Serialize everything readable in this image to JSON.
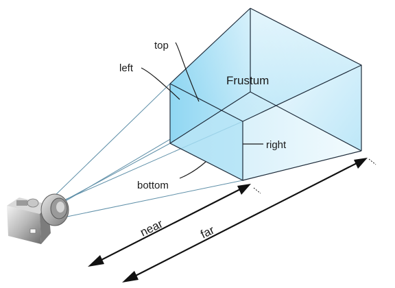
{
  "labels": {
    "top": "top",
    "left": "left",
    "frustum": "Frustum",
    "right": "right",
    "bottom": "bottom",
    "near": "near",
    "far": "far"
  },
  "colors": {
    "face_light": "#e6f6fd",
    "face_mid": "#b9e6f8",
    "face_dark": "#7ccdef",
    "edge": "#1d2b3a",
    "ray": "#5e8fa8"
  },
  "icons": {
    "camera": "camera-icon"
  }
}
